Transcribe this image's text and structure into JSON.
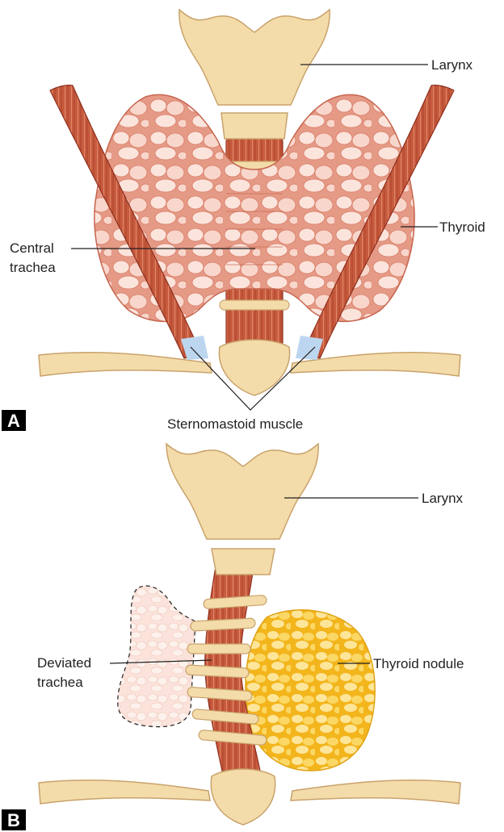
{
  "panel_a": {
    "tag": "A",
    "labels": {
      "larynx": "Larynx",
      "thyroid": "Thyroid",
      "central_trachea_line1": "Central",
      "central_trachea_line2": "trachea",
      "sternomastoid": "Sternomastoid muscle"
    }
  },
  "panel_b": {
    "tag": "B",
    "labels": {
      "larynx": "Larynx",
      "deviated_trachea_line1": "Deviated",
      "deviated_trachea_line2": "trachea",
      "thyroid_nodule": "Thyroid nodule"
    }
  },
  "colors": {
    "cartilage": "#f3dcaa",
    "cartilage_edge": "#c9a26b",
    "muscle": "#c75b3e",
    "muscle_dark": "#8e2e1c",
    "thyroid": "#e59a86",
    "thyroid_lobule": "#fbe4dc",
    "nodule": "#f6c42a",
    "nodule_cell": "#fde69a",
    "displaced_gland": "#fbe3db",
    "tendon": "#bcd6ef"
  }
}
